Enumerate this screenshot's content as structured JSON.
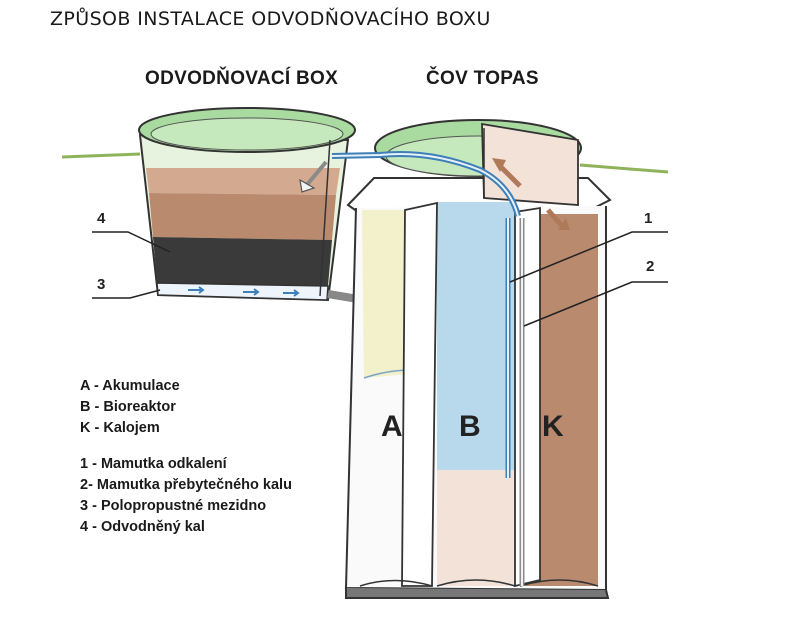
{
  "title": "ZPŮSOB INSTALACE ODVODŇOVACÍHO BOXU",
  "headers": {
    "box": "ODVODŇOVACÍ BOX",
    "cov": "ČOV TOPAS"
  },
  "chambers": {
    "a": "A",
    "b": "B",
    "k": "K"
  },
  "callouts": {
    "n1": "1",
    "n2": "2",
    "n3": "3",
    "n4": "4"
  },
  "legend": {
    "a": "A - Akumulace",
    "b": "B - Bioreaktor",
    "k": "K - Kalojem",
    "i1": "1 - Mamutka odkalení",
    "i2": "2- Mamutka přebytečného kalu",
    "i3": "3 - Polopropustné mezidno",
    "i4": "4 - Odvodněný kal"
  },
  "colors": {
    "grass": "#8fb35a",
    "rim": "#a9dba0",
    "sludge_brown": "#b98a6e",
    "dewatered_black": "#3a3a3a",
    "water_blue": "#b8d9ec",
    "accumulation_yellow": "#f3f0cc",
    "pipe_blue": "#3d7fb8",
    "flow_arrow": "#b07a5a"
  }
}
